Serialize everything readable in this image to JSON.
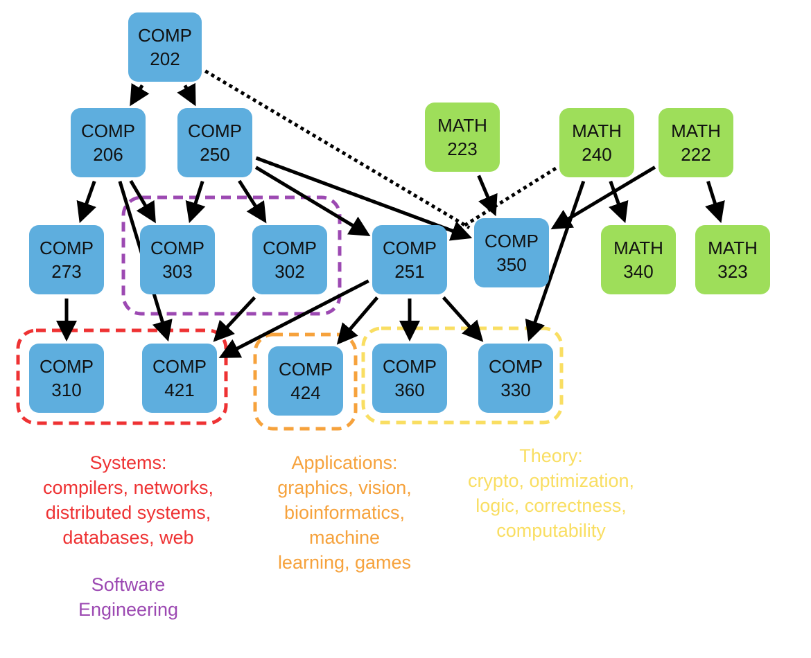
{
  "colors": {
    "comp": "#5eaede",
    "math": "#9ede5a",
    "systems": "#ee3233",
    "software": "#9c49b2",
    "applications": "#f6a23c",
    "theory": "#f9de62",
    "edge": "#000000"
  },
  "nodes": [
    {
      "id": "comp202",
      "dept": "COMP",
      "num": "202",
      "kind": "comp"
    },
    {
      "id": "comp206",
      "dept": "COMP",
      "num": "206",
      "kind": "comp"
    },
    {
      "id": "comp250",
      "dept": "COMP",
      "num": "250",
      "kind": "comp"
    },
    {
      "id": "math223",
      "dept": "MATH",
      "num": "223",
      "kind": "math"
    },
    {
      "id": "math240",
      "dept": "MATH",
      "num": "240",
      "kind": "math"
    },
    {
      "id": "math222",
      "dept": "MATH",
      "num": "222",
      "kind": "math"
    },
    {
      "id": "comp273",
      "dept": "COMP",
      "num": "273",
      "kind": "comp"
    },
    {
      "id": "comp303",
      "dept": "COMP",
      "num": "303",
      "kind": "comp"
    },
    {
      "id": "comp302",
      "dept": "COMP",
      "num": "302",
      "kind": "comp"
    },
    {
      "id": "comp251",
      "dept": "COMP",
      "num": "251",
      "kind": "comp"
    },
    {
      "id": "comp350",
      "dept": "COMP",
      "num": "350",
      "kind": "comp"
    },
    {
      "id": "math340",
      "dept": "MATH",
      "num": "340",
      "kind": "math"
    },
    {
      "id": "math323",
      "dept": "MATH",
      "num": "323",
      "kind": "math"
    },
    {
      "id": "comp310",
      "dept": "COMP",
      "num": "310",
      "kind": "comp"
    },
    {
      "id": "comp421",
      "dept": "COMP",
      "num": "421",
      "kind": "comp"
    },
    {
      "id": "comp424",
      "dept": "COMP",
      "num": "424",
      "kind": "comp"
    },
    {
      "id": "comp360",
      "dept": "COMP",
      "num": "360",
      "kind": "comp"
    },
    {
      "id": "comp330",
      "dept": "COMP",
      "num": "330",
      "kind": "comp"
    }
  ],
  "edges": [
    {
      "from": "comp202",
      "to": "comp206",
      "style": "solid"
    },
    {
      "from": "comp202",
      "to": "comp250",
      "style": "solid"
    },
    {
      "from": "comp202",
      "to": "comp350",
      "style": "dotted"
    },
    {
      "from": "comp206",
      "to": "comp273",
      "style": "solid"
    },
    {
      "from": "comp206",
      "to": "comp303",
      "style": "solid"
    },
    {
      "from": "comp206",
      "to": "comp421",
      "style": "solid"
    },
    {
      "from": "comp250",
      "to": "comp303",
      "style": "solid"
    },
    {
      "from": "comp250",
      "to": "comp302",
      "style": "solid"
    },
    {
      "from": "comp250",
      "to": "comp251",
      "style": "solid"
    },
    {
      "from": "comp250",
      "to": "comp350",
      "style": "solid"
    },
    {
      "from": "comp250",
      "to": "comp350",
      "style": "dotted"
    },
    {
      "from": "math223",
      "to": "comp350",
      "style": "solid"
    },
    {
      "from": "math240",
      "to": "comp251",
      "style": "dotted"
    },
    {
      "from": "math240",
      "to": "math340",
      "style": "solid"
    },
    {
      "from": "math240",
      "to": "comp330",
      "style": "solid"
    },
    {
      "from": "math222",
      "to": "comp350",
      "style": "solid"
    },
    {
      "from": "math222",
      "to": "math323",
      "style": "solid"
    },
    {
      "from": "comp273",
      "to": "comp310",
      "style": "solid"
    },
    {
      "from": "comp302",
      "to": "comp421",
      "style": "solid"
    },
    {
      "from": "comp251",
      "to": "comp421",
      "style": "solid"
    },
    {
      "from": "comp251",
      "to": "comp424",
      "style": "solid"
    },
    {
      "from": "comp251",
      "to": "comp360",
      "style": "solid"
    },
    {
      "from": "comp251",
      "to": "comp330",
      "style": "solid"
    }
  ],
  "groups": [
    {
      "id": "software",
      "color": "software"
    },
    {
      "id": "systems",
      "color": "systems"
    },
    {
      "id": "applications",
      "color": "applications"
    },
    {
      "id": "theory",
      "color": "theory"
    }
  ],
  "labels": {
    "systems": {
      "lines": [
        "Systems:",
        "compilers, networks,",
        "distributed systems,",
        "databases, web"
      ]
    },
    "software": {
      "lines": [
        "Software",
        "Engineering"
      ]
    },
    "applications": {
      "lines": [
        "Applications:",
        "graphics, vision,",
        "bioinformatics,",
        "machine",
        "learning, games"
      ]
    },
    "theory": {
      "lines": [
        "Theory:",
        "crypto, optimization,",
        "logic, correctness,",
        "computability"
      ]
    }
  }
}
